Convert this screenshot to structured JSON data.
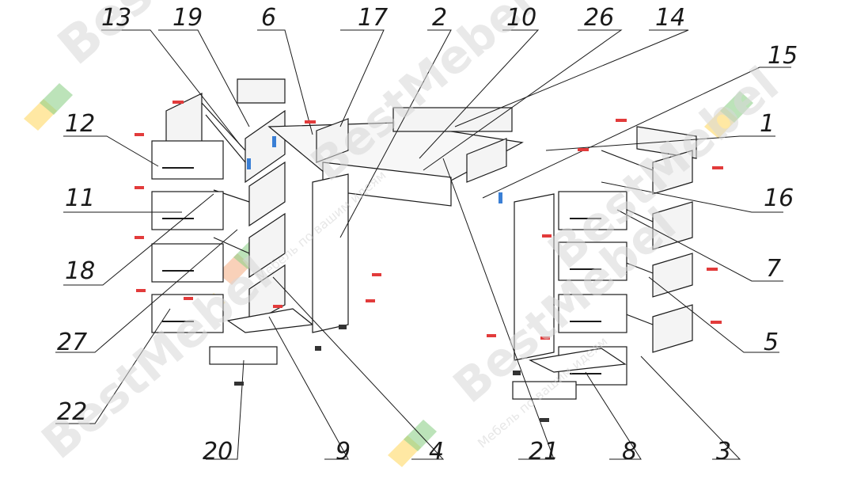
{
  "watermark": {
    "brand": "BestMebel",
    "tagline": "Мебель по вашим идеям",
    "colors": [
      "#ffd966",
      "#8fd18a",
      "#f5b38a"
    ]
  },
  "callouts": [
    "13",
    "19",
    "6",
    "17",
    "2",
    "10",
    "26",
    "14",
    "15",
    "12",
    "1",
    "11",
    "16",
    "18",
    "7",
    "27",
    "5",
    "22",
    "20",
    "9",
    "4",
    "21",
    "8",
    "3"
  ],
  "colors": {
    "line": "#1a1a1a",
    "fastener": "#e23b3b",
    "connector": "#3a7fd5"
  }
}
